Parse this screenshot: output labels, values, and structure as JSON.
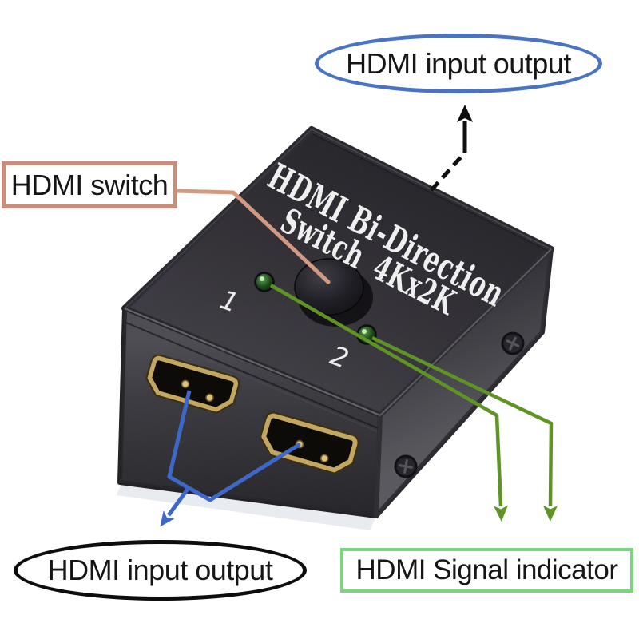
{
  "callouts": {
    "top": {
      "label": "HDMI input output",
      "shape": "ellipse",
      "border_color": "#4a73c2"
    },
    "left": {
      "label": "HDMI switch",
      "shape": "rectangle",
      "border_color": "#c68e7b"
    },
    "bottom_left": {
      "label": "HDMI input output",
      "shape": "ellipse",
      "border_color": "#0d0d0d"
    },
    "bottom_right": {
      "label": "HDMI Signal indicator",
      "shape": "rectangle",
      "border_color": "#7ed47e"
    }
  },
  "device": {
    "title_line1": "HDMI Bi-Direction",
    "title_line2": "Switch 4Kx2K",
    "led1_label": "1",
    "led2_label": "2",
    "body_color": "#312f35",
    "port_count": 2
  },
  "connectors": {
    "dashed_arrow_color": "#0f0f0f",
    "signal_arrow_color": "#5e9423",
    "io_arrow_color": "#3e68c8",
    "switch_pointer_color": "#d39a80"
  }
}
